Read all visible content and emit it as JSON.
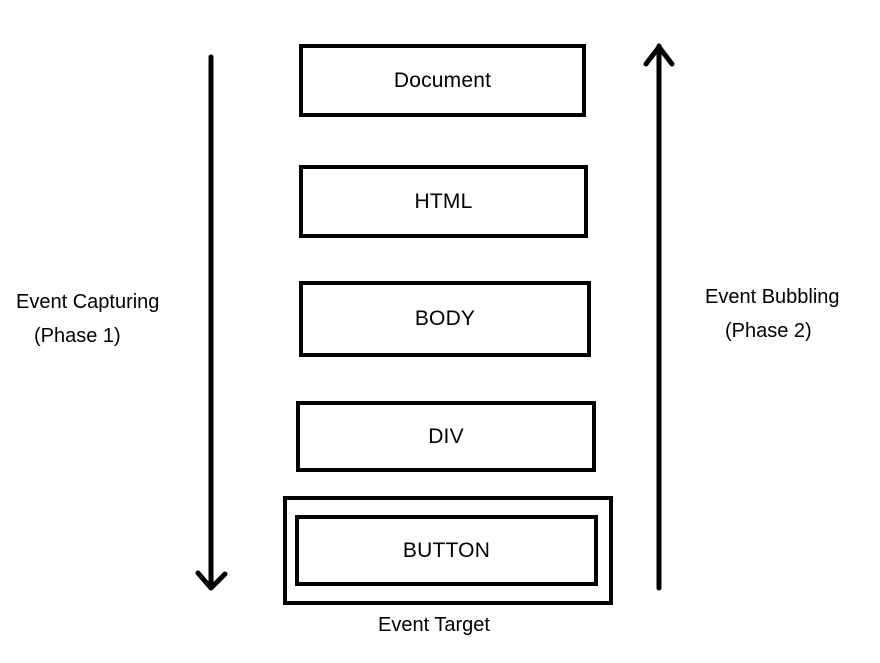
{
  "diagram": {
    "nodes": [
      {
        "id": "document",
        "label": "Document"
      },
      {
        "id": "html",
        "label": "HTML"
      },
      {
        "id": "body",
        "label": "BODY"
      },
      {
        "id": "div",
        "label": "DIV"
      },
      {
        "id": "button",
        "label": "BUTTON"
      }
    ],
    "capturing": {
      "line1": "Event Capturing",
      "line2": "(Phase 1)"
    },
    "bubbling": {
      "line1": "Event Bubbling",
      "line2": "(Phase 2)"
    },
    "target_label": "Event Target"
  }
}
